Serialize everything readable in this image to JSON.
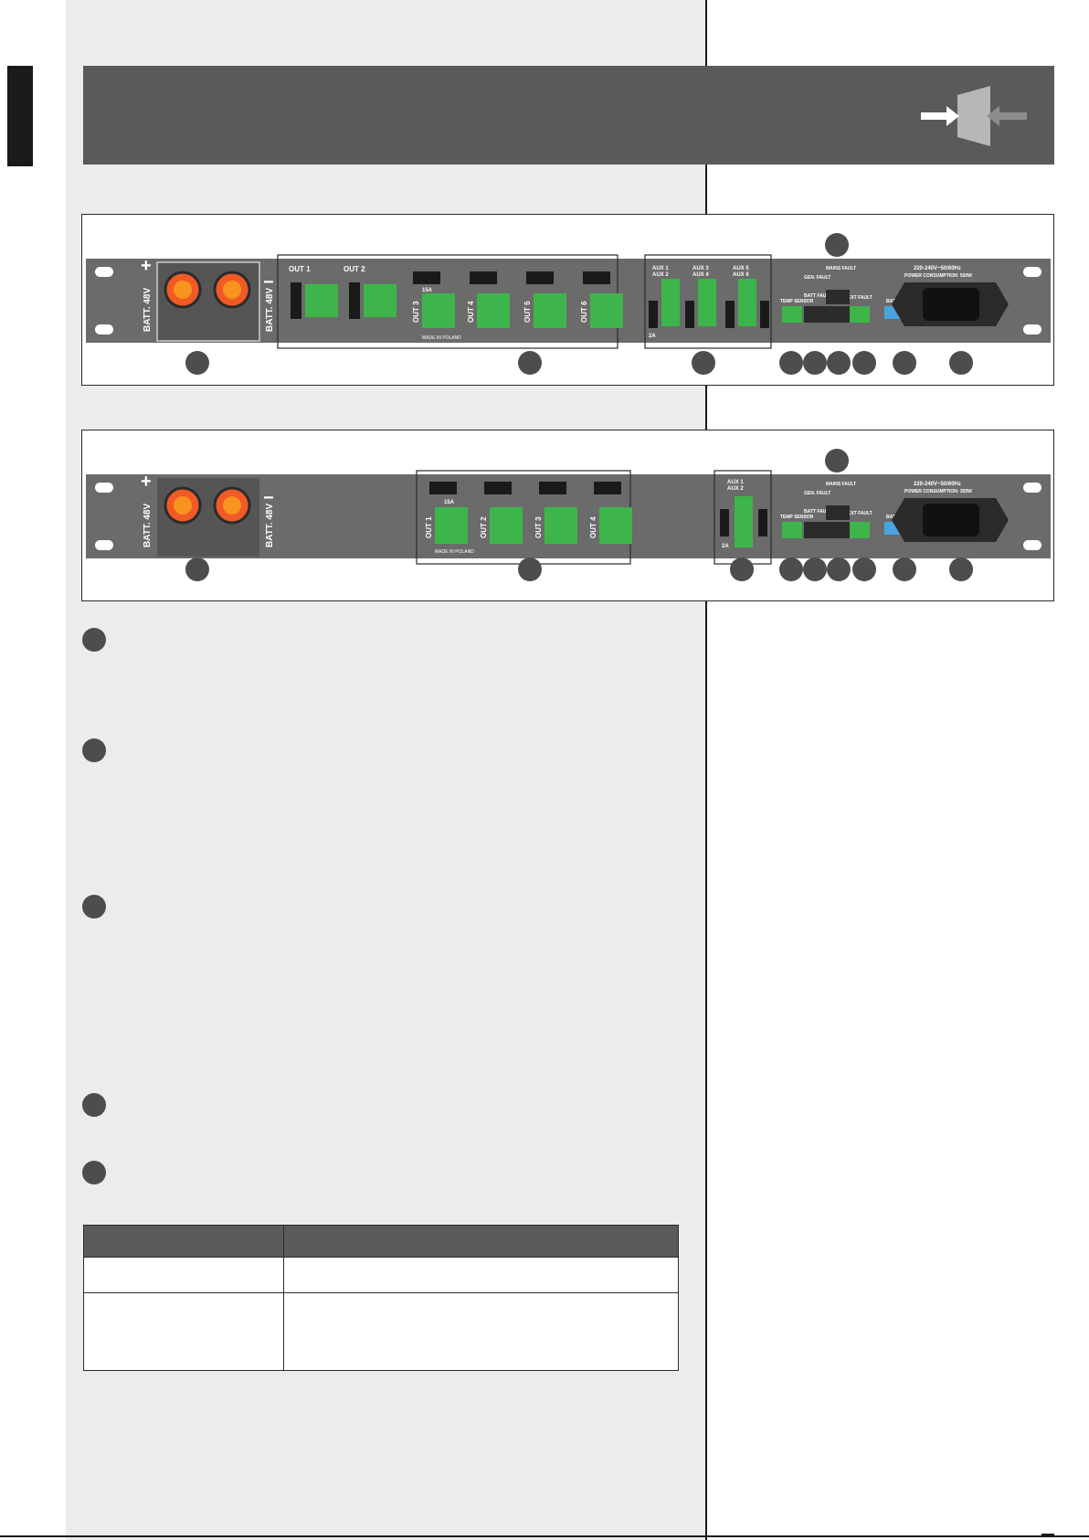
{
  "header": {
    "icon": "arrows-into-block-icon",
    "color": "#5a5a5a"
  },
  "panel_a": {
    "labels": {
      "batt_plus": "BATT. 48V",
      "batt_minus": "BATT. 48V",
      "out1": "OUT 1",
      "out2": "OUT 2",
      "out3": "OUT 3",
      "out4": "OUT 4",
      "out5": "OUT 5",
      "out6": "OUT 6",
      "fuse_15a": "15A",
      "fuse_2a": "2A",
      "aux12": "AUX 1\nAUX 2",
      "aux34": "AUX 3\nAUX 4",
      "aux56": "AUX 5\nAUX 6",
      "temp": "TEMP SENSOR",
      "batt_fault": "BATT FAULT",
      "gen_fault": "GEN. FAULT",
      "mains_fault": "MAINS FAULT",
      "ext_fault": "EXT FAULT",
      "battery": "BATTERY",
      "power": "220-240V~50/60Hz",
      "consumption": "POWER CONSUMPTION: 550W",
      "made": "MADE IN POLAND"
    }
  },
  "panel_b": {
    "labels": {
      "batt_plus": "BATT. 48V",
      "batt_minus": "BATT. 48V",
      "out1": "OUT 1",
      "out2": "OUT 2",
      "out3": "OUT 3",
      "out4": "OUT 4",
      "fuse_15a": "15A",
      "fuse_2a": "2A",
      "aux12": "AUX 1\nAUX 2",
      "temp": "TEMP SENSOR",
      "batt_fault": "BATT FAULT",
      "gen_fault": "GEN. FAULT",
      "mains_fault": "MAINS FAULT",
      "ext_fault": "EXT FAULT",
      "battery": "BATTERY",
      "power": "220-240V~50/60Hz",
      "consumption": "POWER CONSUMPTION: 350W",
      "made": "MADE IN POLAND"
    }
  },
  "colors": {
    "panel": "#6b6b6b",
    "terminal": "#3db54a",
    "led": "#f7a21b",
    "dip": "#4aa3df"
  }
}
